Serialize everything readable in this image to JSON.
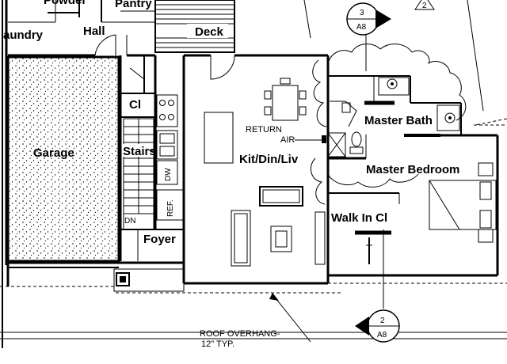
{
  "rooms": {
    "powder": "Powder",
    "pantry": "Pantry",
    "laundry": "aundry",
    "hall": "Hall",
    "deck": "Deck",
    "garage": "Garage",
    "closet": "Cl",
    "stairs": "Stairs",
    "kit_din_liv": "Kit/Din/Liv",
    "master_bath": "Master Bath",
    "master_bedroom": "Master Bedroom",
    "walk_in_closet": "Walk In Cl",
    "foyer": "Foyer"
  },
  "labels": {
    "return_air_1": "RETURN",
    "return_air_2": "AIR",
    "dw": "DW",
    "ref": "REF.",
    "dn": "DN",
    "roof_overhang_1": "ROOF OVERHANG-",
    "roof_overhang_2": "12\" TYP."
  },
  "section_markers": [
    {
      "number": "3",
      "sheet": "A8"
    },
    {
      "number": "2",
      "sheet": "A8"
    }
  ],
  "revision_tag": "2"
}
